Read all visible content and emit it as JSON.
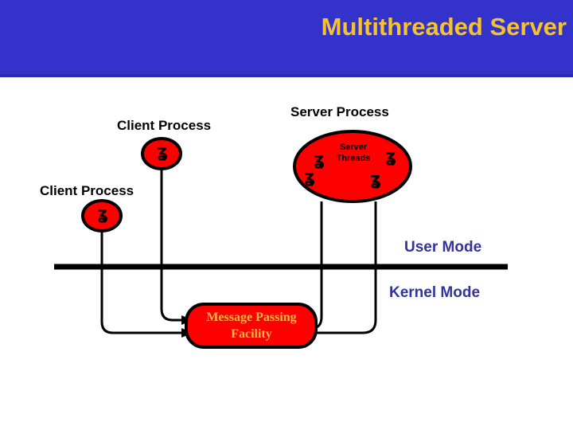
{
  "slide": {
    "title": "Multithreaded Server",
    "title_color": "#f5c231",
    "banner_color": "#3333cc",
    "background_color": "#ffffff"
  },
  "diagram": {
    "type": "system-architecture",
    "nodes": {
      "client_process_1": {
        "label": "Client Process",
        "shape": "ellipse",
        "fill": "#ff0000",
        "stroke": "#000000",
        "threads": 1,
        "thread_glyph": "squiggle"
      },
      "client_process_2": {
        "label": "Client Process",
        "shape": "ellipse",
        "fill": "#ff0000",
        "stroke": "#000000",
        "threads": 1,
        "thread_glyph": "squiggle"
      },
      "server_process": {
        "label": "Server Process",
        "inner_label_line1": "Server",
        "inner_label_line2": "Threads",
        "shape": "ellipse",
        "fill": "#ff0000",
        "stroke": "#000000",
        "threads": 4,
        "thread_glyph": "squiggle"
      },
      "message_passing_facility": {
        "label_line1": "Message Passing",
        "label_line2": "Facility",
        "shape": "rounded-rect",
        "fill": "#ff0000",
        "stroke": "#000000",
        "text_color": "#f5b942"
      }
    },
    "mode_divider": {
      "above_label": "User Mode",
      "below_label": "Kernel Mode",
      "label_color": "#333399",
      "line_color": "#000000"
    },
    "connections": [
      {
        "from": "client_process_1",
        "to": "message_passing_facility",
        "arrow": true
      },
      {
        "from": "client_process_2",
        "to": "message_passing_facility",
        "arrow": true
      },
      {
        "from": "server_process",
        "to": "message_passing_facility",
        "arrow": false
      },
      {
        "from": "message_passing_facility",
        "to": "server_process",
        "arrow": false
      }
    ]
  },
  "glyphs": {
    "thread": "ʓ"
  }
}
